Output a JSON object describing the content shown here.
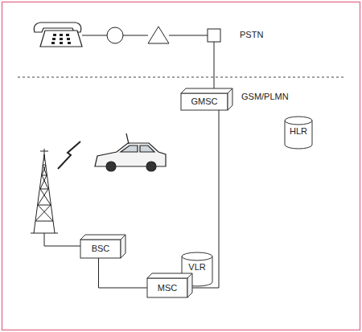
{
  "diagram": {
    "nodes": [
      {
        "text": [
          "GMSC"
        ]
      },
      {
        "text": [
          "HLR"
        ]
      },
      {
        "text": [
          "BSC"
        ]
      },
      {
        "text": [
          "VLR"
        ]
      },
      {
        "text": [
          "MSC"
        ]
      }
    ],
    "edges": [
      {
        "from": 2,
        "to": 4,
        "arrow": "none"
      },
      {
        "from": 4,
        "to": 0,
        "arrow": "none"
      }
    ],
    "labels": [
      "PSTN",
      "GSM/PLMN"
    ]
  }
}
